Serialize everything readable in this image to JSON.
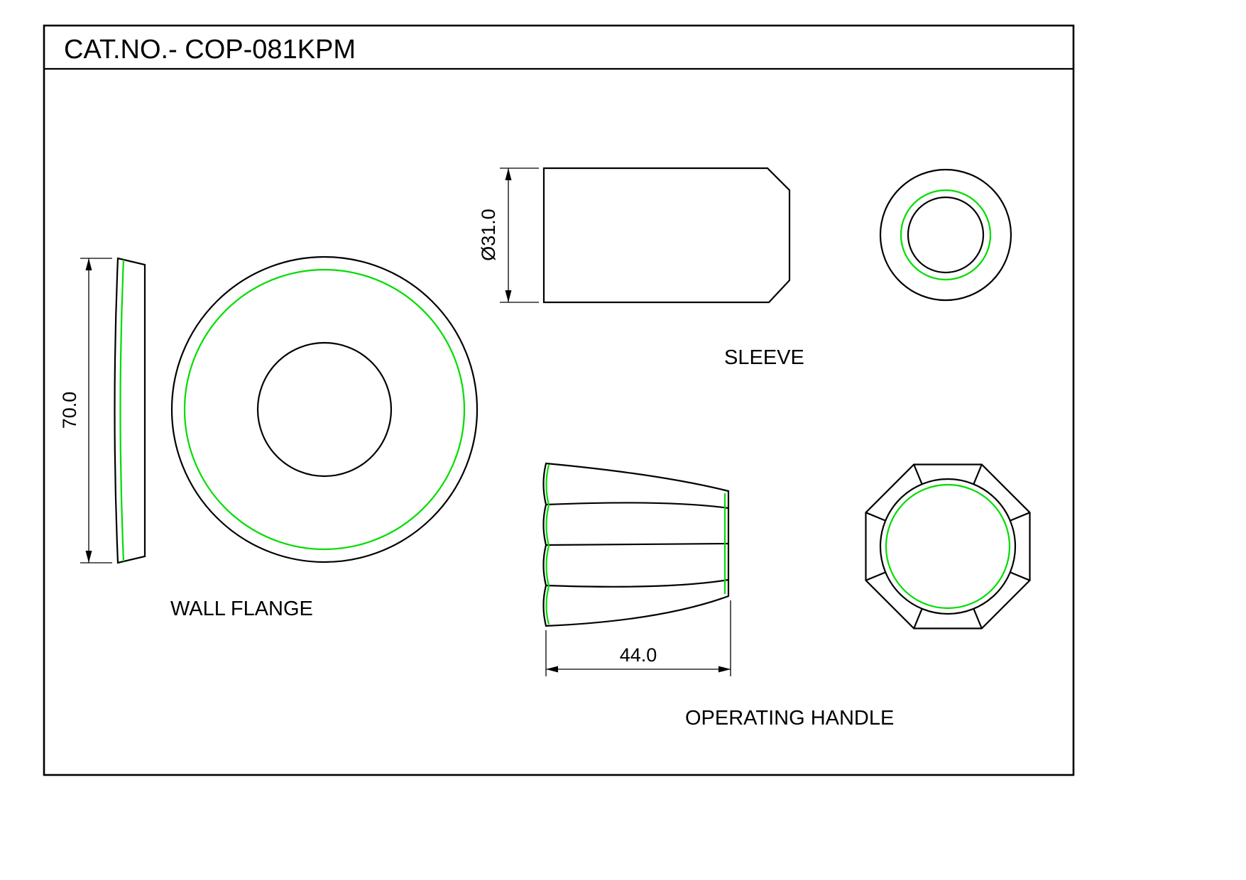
{
  "title": {
    "catalog_label": "CAT.NO.- COP-081KPM"
  },
  "parts": {
    "wall_flange": {
      "label": "WALL FLANGE",
      "height_dim": "70.0"
    },
    "sleeve": {
      "label": "SLEEVE",
      "diameter_dim": "Ø31.0"
    },
    "operating_handle": {
      "label": "OPERATING HANDLE",
      "length_dim": "44.0"
    }
  },
  "colors": {
    "line": "#000000",
    "accent_green": "#00dd00",
    "background": "#ffffff"
  }
}
